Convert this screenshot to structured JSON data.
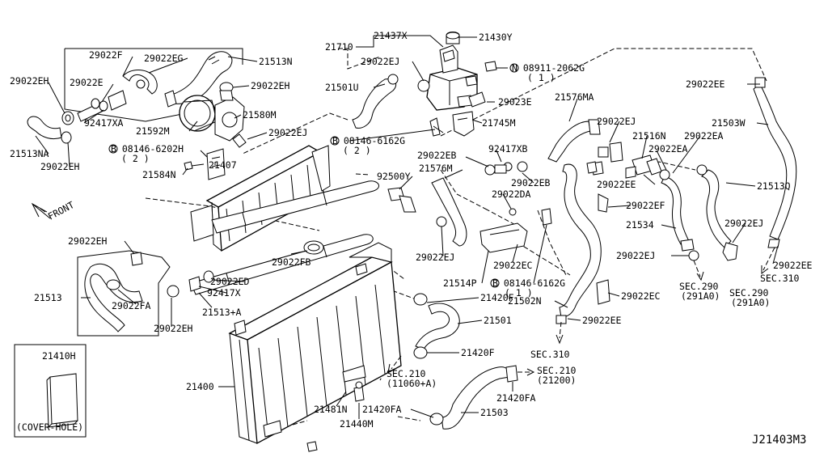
{
  "diagram_code": "J21403M3",
  "front_label": "FRONT",
  "labels": {
    "l21710": "21710",
    "l21437X": "21437X",
    "l21430Y": "21430Y",
    "l29022EJ_a": "29022EJ",
    "l08911": "N 08911-2062G",
    "l08911_qty": "( 1 )",
    "l29022F": "29022F",
    "l29022EG": "29022EG",
    "l21513N": "21513N",
    "l29022EH_a": "29022EH",
    "l29022E": "29022E",
    "l29022EH_b": "29022EH",
    "l21501U": "21501U",
    "l29022EE_a": "29022EE",
    "l29023E": "29023E",
    "l92417XA": "92417XA",
    "l21580M": "21580M",
    "l21576MA": "21576MA",
    "l21745M": "21745M",
    "l21503W": "21503W",
    "l21513NA": "21513NA",
    "l21592M": "21592M",
    "l29022EJ_b": "29022EJ",
    "l08146_6162G_a": "B 08146-6162G",
    "l08146_6162G_a_qty": "( 2 )",
    "l29022EJ_c": "29022EJ",
    "l21516N": "21516N",
    "l29022EA_a": "29022EA",
    "l29022EH_c": "29022EH",
    "l08146_6202H": "B 08146-6202H",
    "l08146_6202H_qty": "( 2 )",
    "l92417XB": "92417XB",
    "l29022EA_b": "29022EA",
    "l29022EB_a": "29022EB",
    "l21584N": "21584N",
    "l21407": "21407",
    "l21576M": "21576M",
    "l29022EB_b": "29022EB",
    "l29022EE_b": "29022EE",
    "l21513Q": "21513Q",
    "l92500Y": "92500Y",
    "l29022DA": "29022DA",
    "l29022EF": "29022EF",
    "l21534": "21534",
    "l29022EJ_d": "29022EJ",
    "l29022EH_d": "29022EH",
    "l29022FB": "29022FB",
    "l29022EJ_e": "29022EJ",
    "l29022EJ_f": "29022EJ",
    "l29022EE_c": "29022EE",
    "l29022EC_a": "29022EC",
    "l29022ED": "29022ED",
    "l21513": "21513",
    "l92417X": "92417X",
    "l21514P": "21514P",
    "l08146_6162G_b": "B 08146-6162G",
    "l08146_6162G_b_qty": "( 1 )",
    "l21420F_a": "21420F",
    "l29022FA": "29022FA",
    "l21513A": "21513+A",
    "l29022EC_b": "29022EC",
    "l29022EH_e": "29022EH",
    "l21502N": "21502N",
    "l21501": "21501",
    "l29022EE_d": "29022EE",
    "l21410H": "21410H",
    "l21420F_b": "21420F",
    "l21400": "21400",
    "l21481N": "21481N",
    "l21440M": "21440M",
    "l21420FA_a": "21420FA",
    "l21503": "21503",
    "l21420FA_b": "21420FA",
    "l_cover_hole": "(COVER-HOLE)"
  },
  "section_refs": {
    "sec290_a": "SEC.290",
    "sec290_a_sub": "(291A0)",
    "sec290_b": "SEC.290",
    "sec290_b_sub": "(291A0)",
    "sec310_a": "SEC.310",
    "sec310_b": "SEC.310",
    "sec210_a": "SEC.210",
    "sec210_a_sub": "(11060+A)",
    "sec210_b": "SEC.210",
    "sec210_b_sub": "(21200)"
  }
}
